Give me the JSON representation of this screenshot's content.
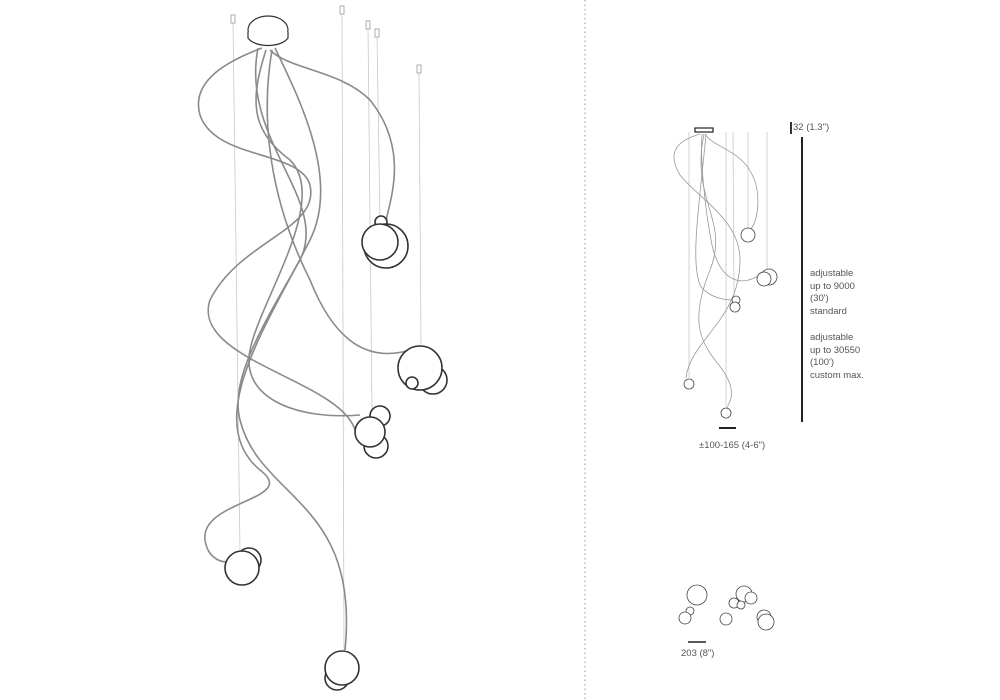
{
  "drawing": {
    "elevation_large": {
      "pendant_count": 5
    },
    "elevation_small": {
      "pendant_count": 5
    },
    "dimensions": {
      "canopy_height": "32 (1.3\")",
      "drop_standard": [
        "adjustable",
        "up to 9000",
        "(30')",
        "standard"
      ],
      "drop_custom": [
        "adjustable",
        "up to 30550",
        "(100')",
        "custom max."
      ],
      "globe_size": "±100-165 (4-6\")",
      "plan_spacing": "203 (8\")"
    },
    "colors": {
      "line": "#333333",
      "cable": "#8a8a8a",
      "wire": "#c8c8c8",
      "divider": "#aaaaaa"
    }
  }
}
